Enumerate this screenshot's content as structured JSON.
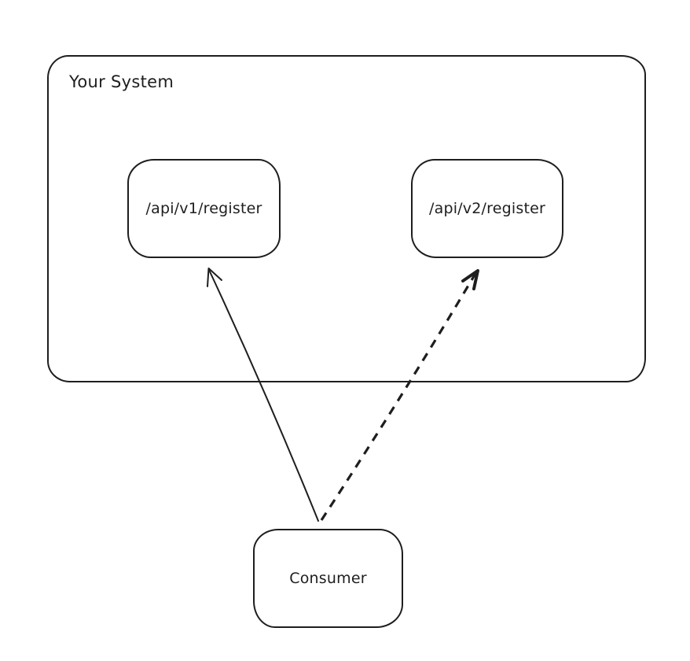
{
  "canvas": {
    "background": "#ffffff",
    "ink_color": "#1e1e1e"
  },
  "container": {
    "label": "Your System"
  },
  "nodes": {
    "api_v1": {
      "label": "/api/v1/register"
    },
    "api_v2": {
      "label": "/api/v2/register"
    },
    "consumer": {
      "label": "Consumer"
    }
  },
  "edges": [
    {
      "from": "Consumer",
      "to": "/api/v1/register",
      "style": "solid"
    },
    {
      "from": "Consumer",
      "to": "/api/v2/register",
      "style": "dashed"
    }
  ]
}
